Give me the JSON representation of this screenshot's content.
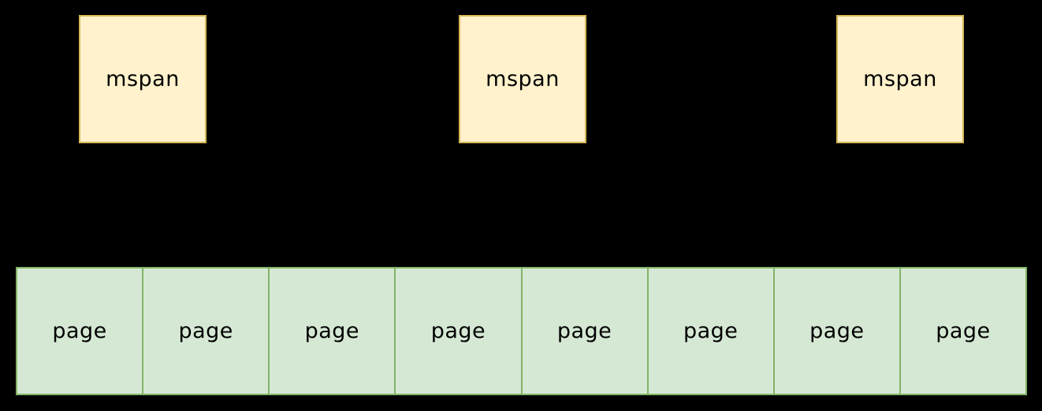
{
  "diagram": {
    "background_color": "#000000",
    "text_color": "#000000",
    "mspan_row": {
      "fill_color": "#FFF2CC",
      "border_color": "#D6B656",
      "boxes": [
        {
          "label": "mspan"
        },
        {
          "label": "mspan"
        },
        {
          "label": "mspan"
        }
      ]
    },
    "page_row": {
      "fill_color": "#D5E8D4",
      "border_color": "#82B366",
      "cells": [
        {
          "label": "page"
        },
        {
          "label": "page"
        },
        {
          "label": "page"
        },
        {
          "label": "page"
        },
        {
          "label": "page"
        },
        {
          "label": "page"
        },
        {
          "label": "page"
        },
        {
          "label": "page"
        }
      ]
    }
  }
}
